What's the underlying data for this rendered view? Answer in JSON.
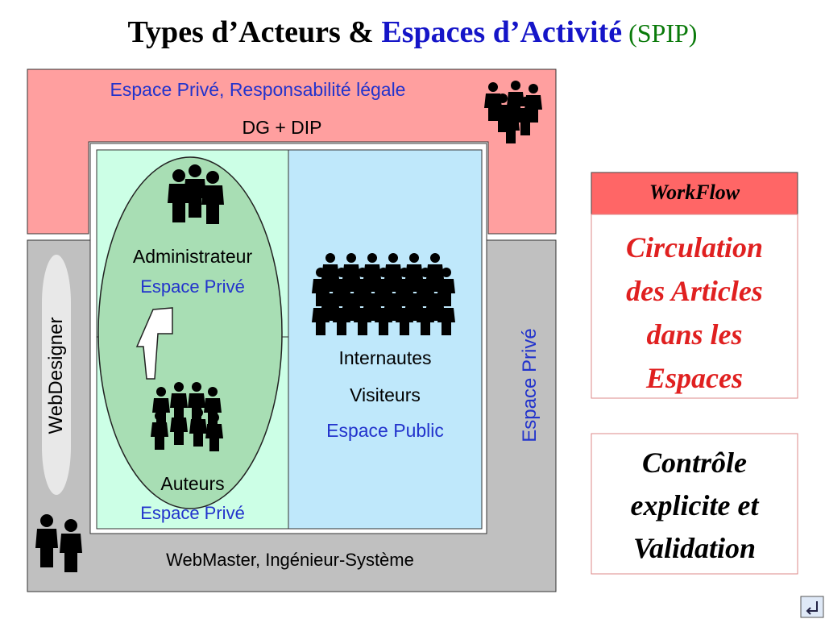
{
  "title": {
    "part1": "Types d’Acteurs & ",
    "part2": "Espaces d’Activité",
    "part3": " (SPIP)"
  },
  "private_zone": {
    "label": "Espace Privé, Responsabilité légale",
    "actors": "DG + DIP",
    "icon": "people-group-icon"
  },
  "system_zone": {
    "footer": "WebMaster, Ingénieur-Système",
    "side_label": "Espace Privé",
    "webdesigner": "WebDesigner",
    "icon": "two-people-icon"
  },
  "editorial": {
    "admin_label": "Administrateur",
    "admin_space": "Espace Privé",
    "authors_label": "Auteurs",
    "authors_space": "Espace Privé",
    "arrow": "up-arrow-icon"
  },
  "public_zone": {
    "line1": "Internautes",
    "line2": "Visiteurs",
    "space": "Espace Public",
    "icon": "crowd-icon"
  },
  "workflow": {
    "header": "WorkFlow",
    "body": [
      "Circulation",
      "des Articles",
      "dans les",
      "Espaces"
    ]
  },
  "control": {
    "lines": [
      "Contrôle",
      "explicite et",
      "Validation"
    ]
  },
  "colors": {
    "pink": "#ff9f9f",
    "gray": "#c0c0c0",
    "mint": "#ccffe6",
    "light_blue": "#bfe8fb",
    "oval_green": "#a8deb4",
    "workflow_header": "#ff6666",
    "workflow_text": "#e02020"
  },
  "nav": {
    "icon": "return-arrow-icon"
  }
}
